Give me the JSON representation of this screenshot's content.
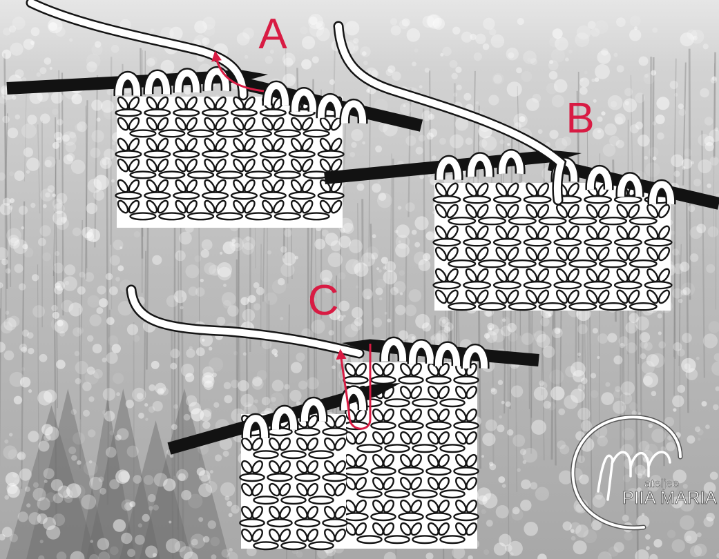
{
  "labels": {
    "a": "A",
    "b": "B",
    "c": "C"
  },
  "logo": {
    "small_text": "ateljee",
    "name": "PIIA MARIA"
  },
  "icons": {
    "logo_mark": "pm-script-monogram-icon",
    "arrow": "red-curved-arrow-icon"
  },
  "colors": {
    "label_red": "#d81b43",
    "needle": "#121212",
    "yarn": "#ffffff",
    "outline": "#141414",
    "background": "#bdbdbd"
  }
}
